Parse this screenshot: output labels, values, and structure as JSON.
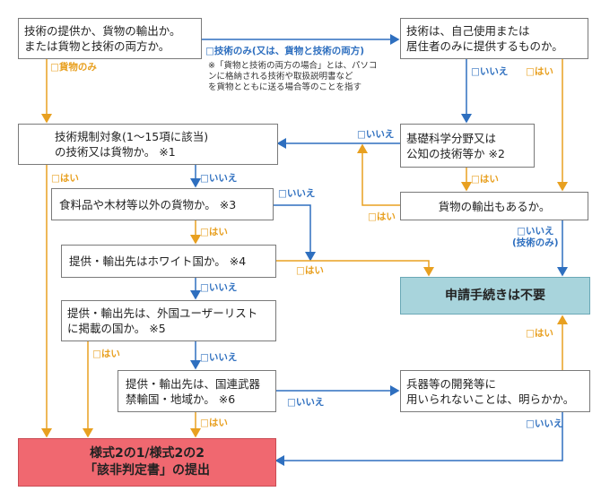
{
  "boxes": {
    "q1": "技術の提供か、貨物の輸出か。\nまたは貨物と技術の両方か。",
    "q2": "技術は、自己使用または\n居住者のみに提供するものか。",
    "q3": "技術規制対象(1〜15項に該当)\nの技術又は貨物か。 ※1",
    "q4": "基礎科学分野又は\n公知の技術等か ※2",
    "q5": "食料品や木材等以外の貨物か。 ※3",
    "q6": "貨物の輸出もあるか。",
    "q7": "提供・輸出先はホワイト国か。 ※4",
    "q8": "提供・輸出先は、外国ユーザーリスト\nに掲載の国か。 ※5",
    "q9": "提供・輸出先は、国連武器\n禁輸国・地域か。 ※6",
    "q10": "兵器等の開発等に\n用いられないことは、明らかか。",
    "result_no_need": "申請手続きは不要",
    "result_form": "様式2の1/様式2の2\n「該非判定書」の提出"
  },
  "labels": {
    "tech_only": "□技術のみ(又は、貨物と技術の両方)",
    "goods_only": "□貨物のみ",
    "no": "□いいえ",
    "yes": "□はい",
    "no_tech_only": "□いいえ\n(技術のみ)"
  },
  "note": "※「貨物と技術の両方の場合」とは、パソコ\nンに格納される技術や取扱説明書など\nを貨物とともに送る場合等のことを指す",
  "colors": {
    "blue": "#2e6fbf",
    "orange": "#e8a020",
    "result_ok": "#a8d4dc",
    "result_form": "#f06870"
  }
}
